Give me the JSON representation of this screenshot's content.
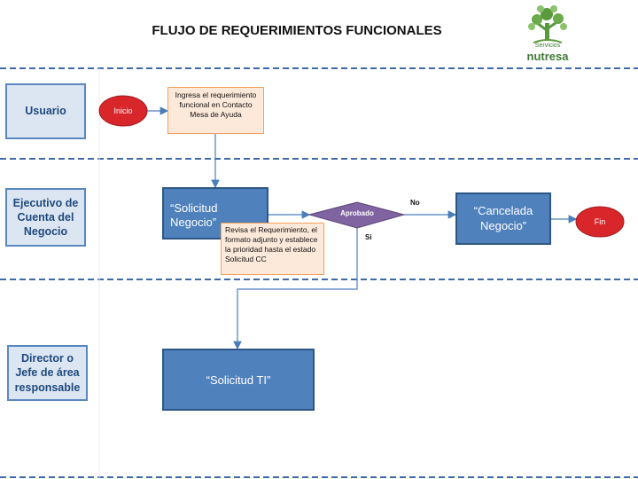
{
  "title": "FLUJO DE REQUERIMIENTOS FUNCIONALES",
  "logo": {
    "subtitle": "Servicios",
    "name": "nutresa"
  },
  "lanes": [
    {
      "label": "Usuario"
    },
    {
      "label": "Ejecutivo de Cuenta del Negocio"
    },
    {
      "label": "Director o Jefe de área responsable"
    }
  ],
  "nodes": {
    "inicio": "Inicio",
    "ingreso": "Ingresa el requerimiento funcional en Contacto Mesa de Ayuda",
    "solicitud_negocio": "“Solicitud Negocio”",
    "revisa": "Revisa el Requerimiento, el formato adjunto y establece la prioridad hasta el estado Solicitud CC",
    "aprobado": "Aprobado",
    "cancelada": "“Cancelada Negocio”",
    "fin": "Fin",
    "solicitud_ti": "“Solicitud TI”"
  },
  "edge_labels": {
    "no": "No",
    "si": "Si"
  },
  "colors": {
    "lane_fill": "#dce6f2",
    "lane_border": "#5b87bf",
    "process_fill": "#4f81bd",
    "note_fill": "#fde9d9",
    "note_border": "#f2a05b",
    "terminal_fill": "#d9262b",
    "decision_fill": "#8064a2",
    "arrow": "#4a7ebb"
  }
}
